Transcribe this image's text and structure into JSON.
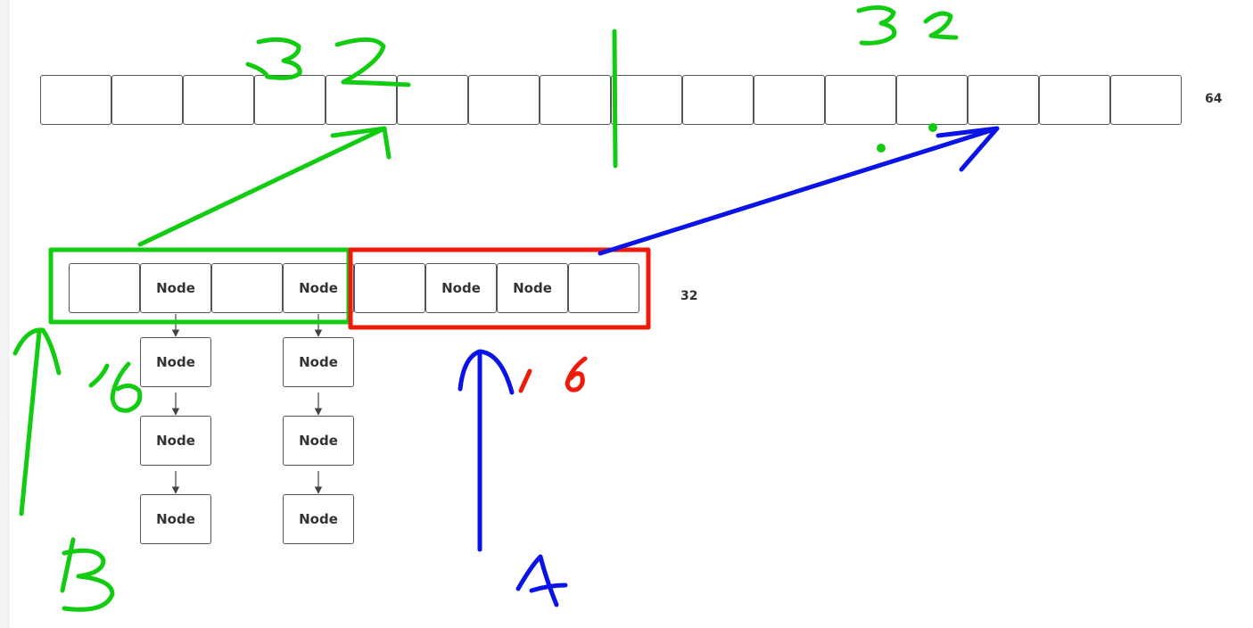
{
  "large_array": {
    "size_label": "64",
    "cells": [
      "",
      "",
      "",
      "",
      "",
      "",
      "",
      "",
      "",
      "",
      "",
      "",
      "",
      "",
      "",
      ""
    ]
  },
  "small_array": {
    "size_label": "32",
    "cells": [
      "",
      "Node",
      "",
      "Node",
      "",
      "Node",
      "Node",
      ""
    ]
  },
  "chains": [
    {
      "nodes": [
        "Node",
        "Node",
        "Node"
      ]
    },
    {
      "nodes": [
        "Node",
        "Node",
        "Node"
      ]
    }
  ],
  "colors": {
    "green_marker": "#11cc11",
    "red_marker": "#ee1a0a",
    "blue_marker": "#0a14e6",
    "cell_border": "#555555",
    "text": "#333333"
  }
}
